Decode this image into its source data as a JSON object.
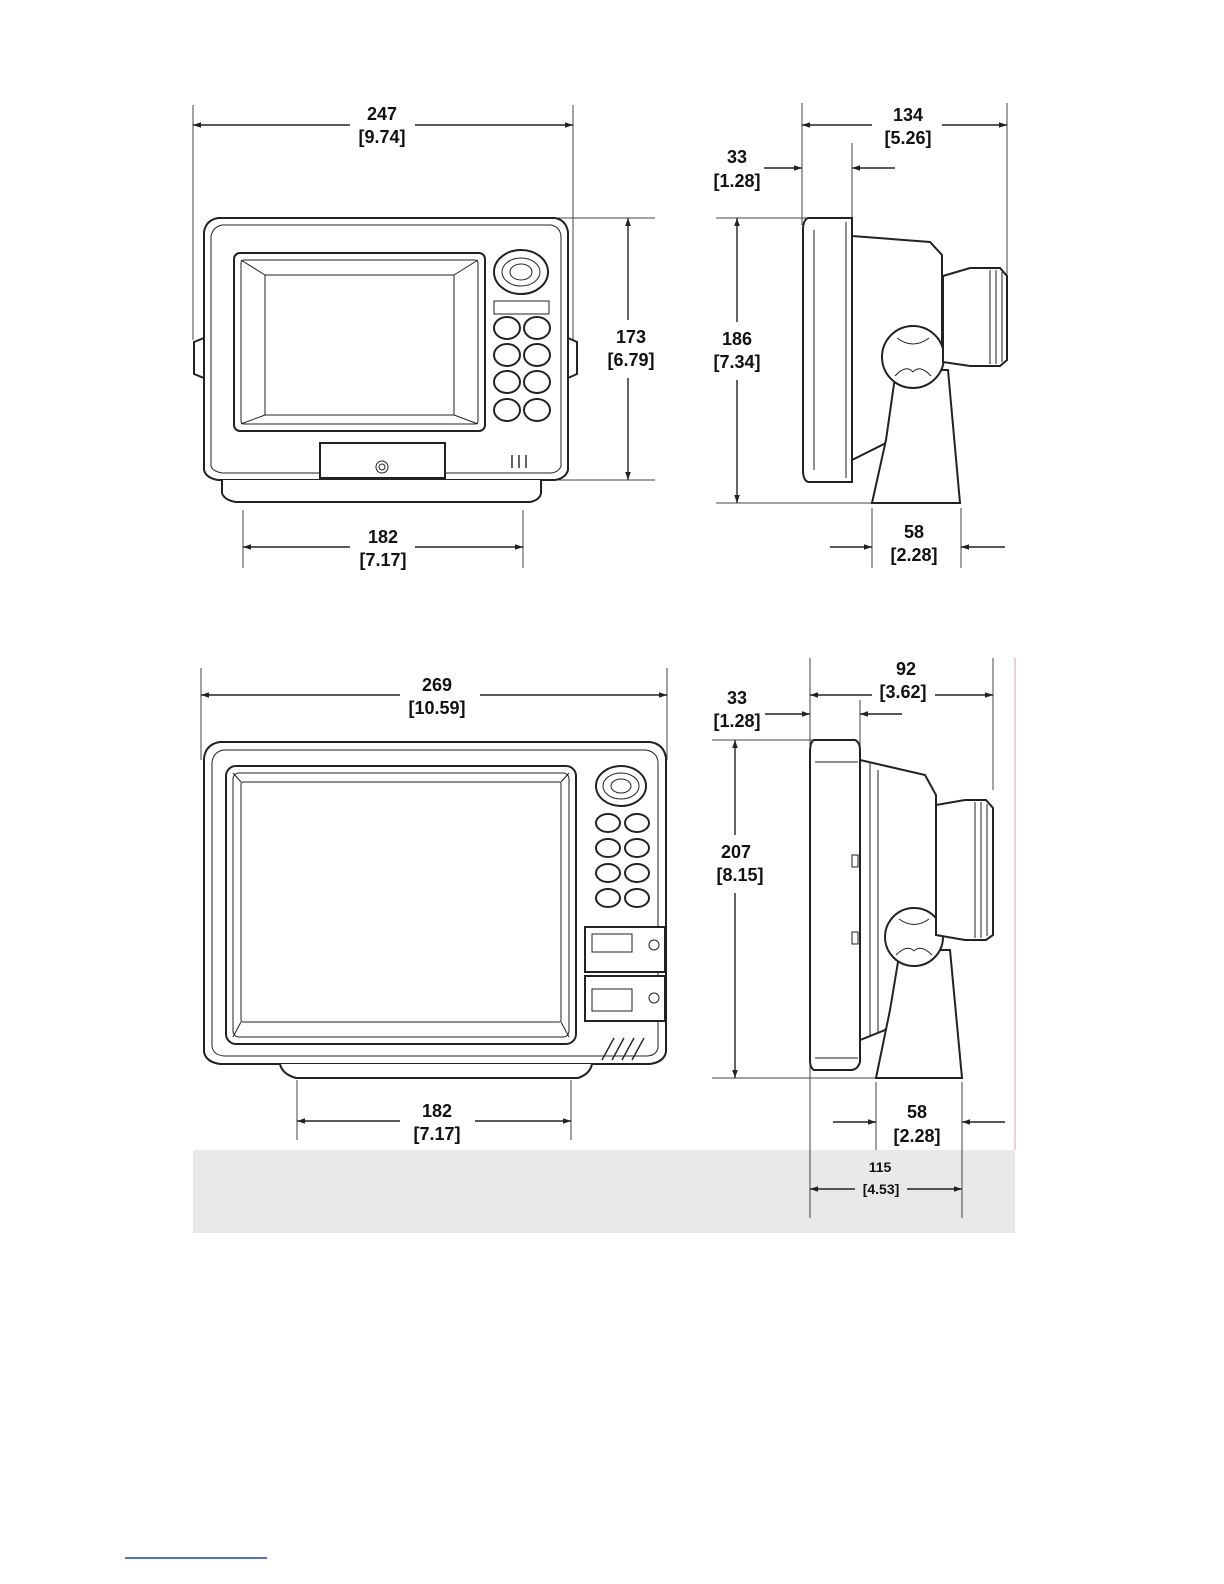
{
  "drawing_1": {
    "front": {
      "width_mm": "247",
      "width_in": "[9.74]",
      "height_mm": "173",
      "height_in": "[6.79]",
      "bracket_mm": "182",
      "bracket_in": "[7.17]"
    },
    "side": {
      "depth_mm": "134",
      "depth_in": "[5.26]",
      "bezel_mm": "33",
      "bezel_in": "[1.28]",
      "height_mm": "186",
      "height_in": "[7.34]",
      "base_mm": "58",
      "base_in": "[2.28]"
    }
  },
  "drawing_2": {
    "front": {
      "width_mm": "269",
      "width_in": "[10.59]",
      "height_mm": "207",
      "height_in": "[8.15]",
      "bracket_mm": "182",
      "bracket_in": "[7.17]"
    },
    "side": {
      "depth_mm": "92",
      "depth_in": "[3.62]",
      "bezel_mm": "33",
      "bezel_in": "[1.28]",
      "base_mm": "58",
      "base_in": "[2.28]",
      "overall_mm": "115",
      "overall_in": "[4.53]"
    }
  }
}
